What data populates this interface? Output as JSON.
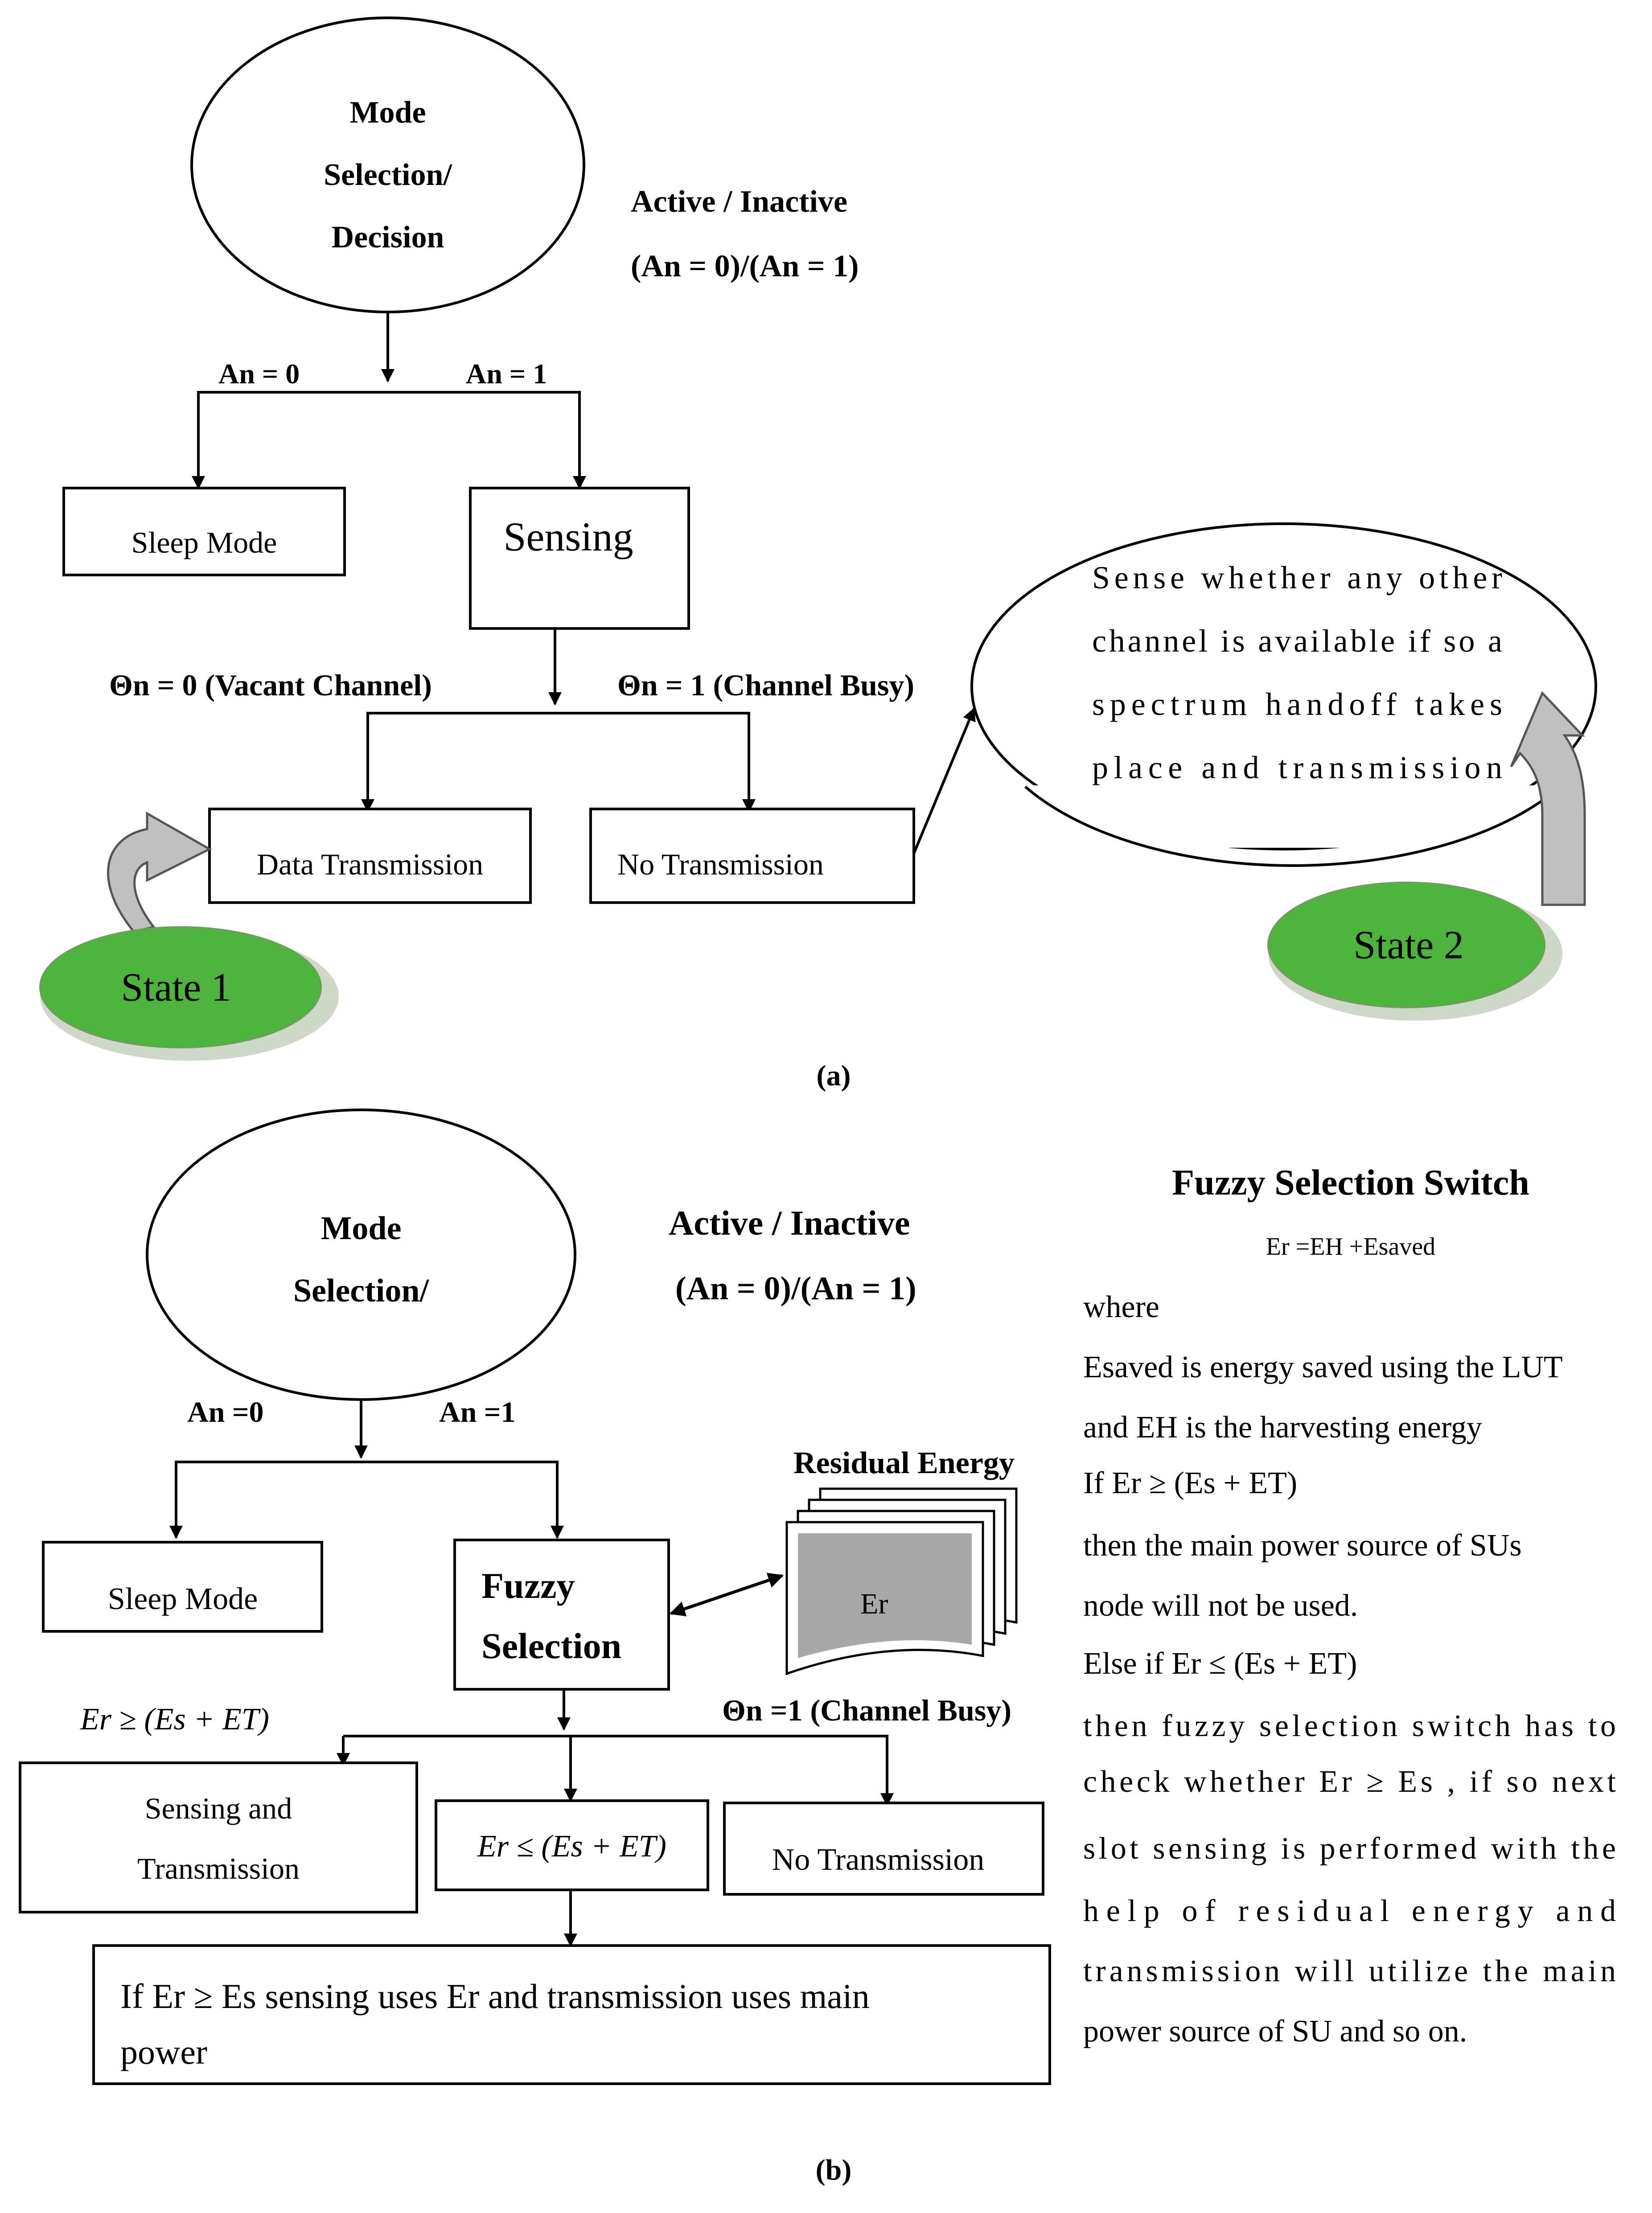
{
  "panel_a": {
    "mode_node": [
      "Mode",
      "Selection/",
      "Decision"
    ],
    "active_inactive": "Active / Inactive",
    "an_condition": "(An = 0)/(An = 1)",
    "an0": "An = 0",
    "an1": "An = 1",
    "sleep_mode": "Sleep Mode",
    "sensing": "Sensing",
    "theta0": "Θn = 0 (Vacant Channel)",
    "theta1": "Θn = 1 (Channel Busy)",
    "data_transmission": "Data Transmission",
    "no_transmission": "No Transmission",
    "handoff_bubble": [
      "Sense whether any other",
      "channel is available if so a",
      "spectrum handoff takes",
      "place and transmission"
    ],
    "state1": "State 1",
    "state2": "State 2",
    "caption": "(a)"
  },
  "panel_b": {
    "mode_node": [
      "Mode",
      "Selection/"
    ],
    "active_inactive": "Active / Inactive",
    "an_condition": "(An = 0)/(An = 1)",
    "an0": "An =0",
    "an1": "An =1",
    "sleep_mode": "Sleep Mode",
    "fuzzy_selection": [
      "Fuzzy",
      "Selection"
    ],
    "residual_energy": "Residual Energy",
    "er_label": "Er",
    "cond_ge": "Er ≥ (Es + ET)",
    "theta1": "Θn =1 (Channel Busy)",
    "sensing_transmission": [
      "Sensing and",
      "Transmission"
    ],
    "cond_le": "Er ≤ (Es + ET)",
    "no_transmission": "No Transmission",
    "bottom_box": [
      "If Er ≥ Es sensing uses Er and transmission uses main",
      "power"
    ],
    "caption": "(b)"
  },
  "side_text": {
    "title": "Fuzzy Selection Switch",
    "equation": "Er =EH +Esaved",
    "lines": [
      "where",
      "Esaved is energy saved using the LUT",
      "and EH is the harvesting energy",
      "If  Er ≥ (Es + ET)",
      "then the main power source of SUs",
      "node will not be used.",
      "Else if  Er ≤ (Es + ET)",
      "then fuzzy selection switch has to",
      "check whether  Er ≥ Es , if so next",
      "slot sensing is performed with the",
      "help of residual energy and",
      "transmission will utilize the main",
      "power source of SU and so on."
    ]
  },
  "colors": {
    "state_fill": "#4db33d",
    "state_shadow": "#cfd8c8",
    "doc_gray": "#a8a8a8",
    "arrow_gray": "#c0c0c0"
  }
}
